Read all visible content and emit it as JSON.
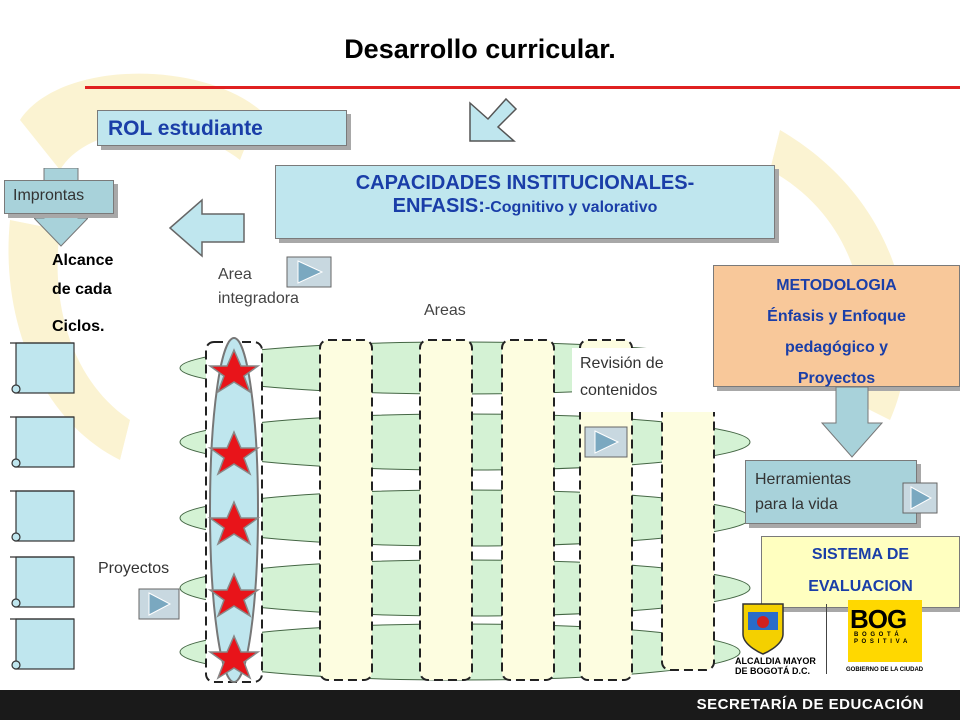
{
  "title": "Desarrollo curricular.",
  "rol_box": {
    "label": "ROL estudiante"
  },
  "capacidades_box": {
    "line1": "CAPACIDADES INSTITUCIONALES-",
    "line2_main": "ENFASIS:",
    "line2_sub": "-Cognitivo y  valorativo"
  },
  "improntas_box": {
    "label": "Improntas"
  },
  "alcance_text": [
    "Alcance",
    "de cada",
    "Ciclos."
  ],
  "area_integradora": [
    "Area",
    "integradora"
  ],
  "areas_label": "Areas",
  "metodologia_box": {
    "lines": [
      "METODOLOGIA",
      "Énfasis y Enfoque",
      "pedagógico y",
      "Proyectos"
    ]
  },
  "herramientas_box": {
    "lines": [
      "Herramientas",
      "para la vida"
    ]
  },
  "sistema_box": {
    "lines": [
      "SISTEMA  DE",
      "EVALUACION"
    ]
  },
  "revision_box": {
    "lines": [
      "Revisión de",
      "contenidos"
    ]
  },
  "proyectos_label": "Proyectos",
  "footer": {
    "text": "SECRETARÍA DE EDUCACIÓN"
  },
  "logos": {
    "alcaldia": [
      "ALCALDIA MAYOR",
      "DE BOGOTÁ D.C."
    ],
    "bog": "BOG",
    "bog_sub": [
      "B O G O T Á",
      "P O S I T I V A"
    ],
    "gobierno": "GOBIERNO DE LA CIUDAD"
  },
  "colors": {
    "accent_red": "#e02020",
    "box_blue": "#bfe6ee",
    "text_blue": "#1a3ea8",
    "orange": "#f8c89a",
    "yellow": "#ffffc0"
  }
}
